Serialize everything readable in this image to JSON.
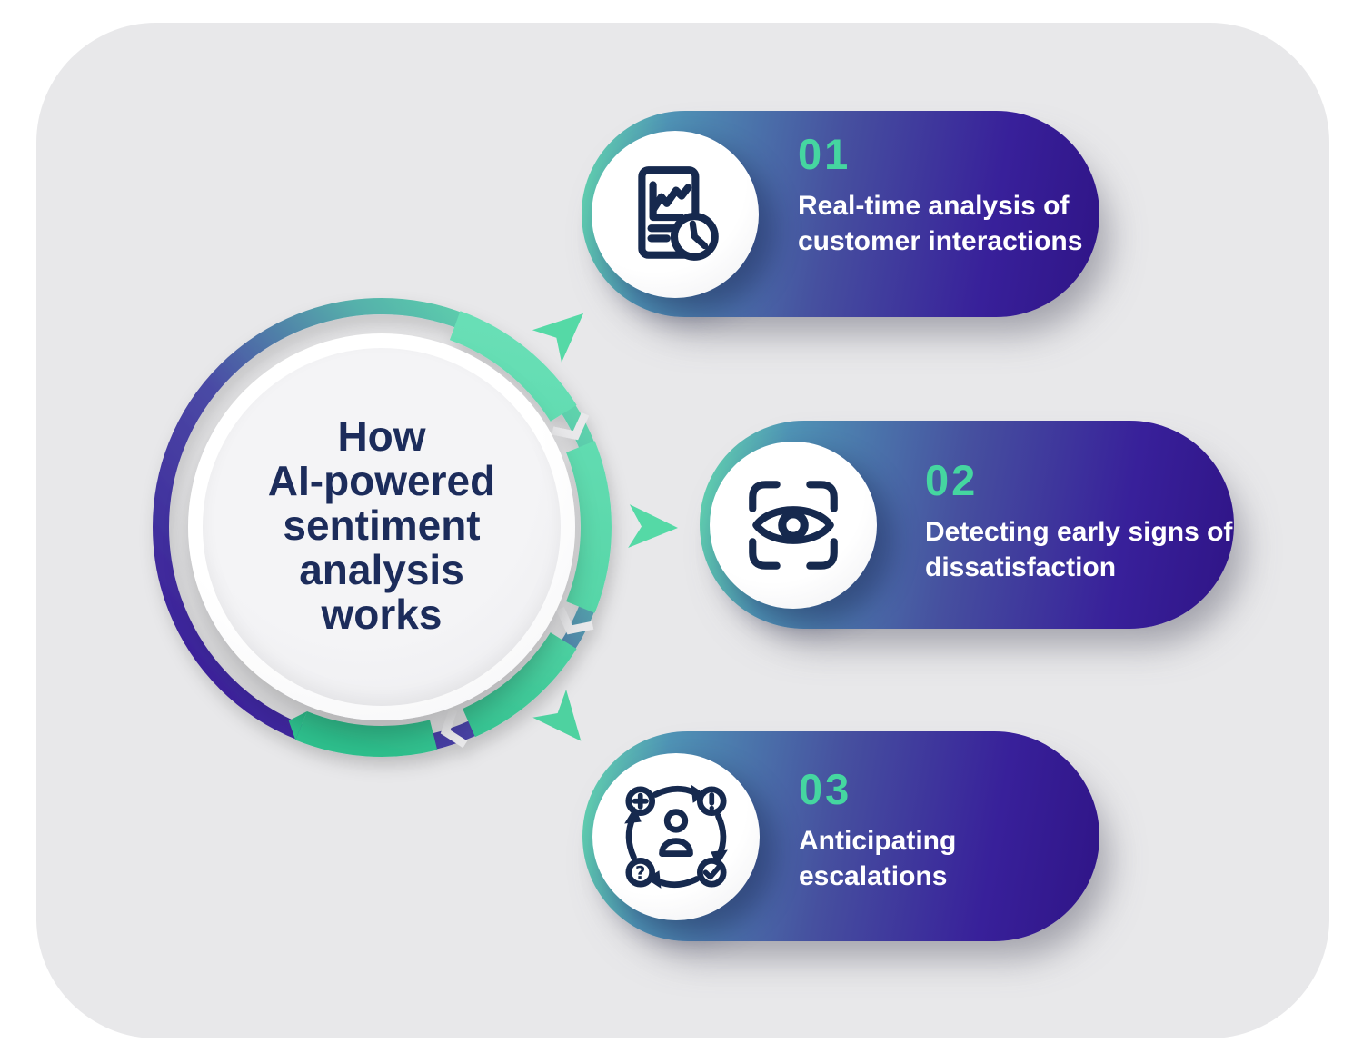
{
  "palette": {
    "background_panel": "#e8e8ea",
    "title_navy": "#1c2c5b",
    "icon_navy": "#16294e",
    "mint_accent": "#55d9a6",
    "step_number_teal": "#45d6a0",
    "card_gradient_start": "#63d9ae",
    "card_gradient_end": "#2f1486"
  },
  "center": {
    "title": "How AI-powered sentiment analysis works",
    "title_lines": [
      "How",
      "AI-powered",
      "sentiment",
      "analysis",
      "works"
    ]
  },
  "steps": [
    {
      "number": "01",
      "text": "Real-time analysis of customer interactions",
      "icon": "report-with-chart-and-clock"
    },
    {
      "number": "02",
      "text": "Detecting early signs of dissatisfaction",
      "icon": "eye-in-scan-frame"
    },
    {
      "number": "03",
      "text": "Anticipating escalations",
      "icon": "customer-feedback-cycle"
    }
  ]
}
